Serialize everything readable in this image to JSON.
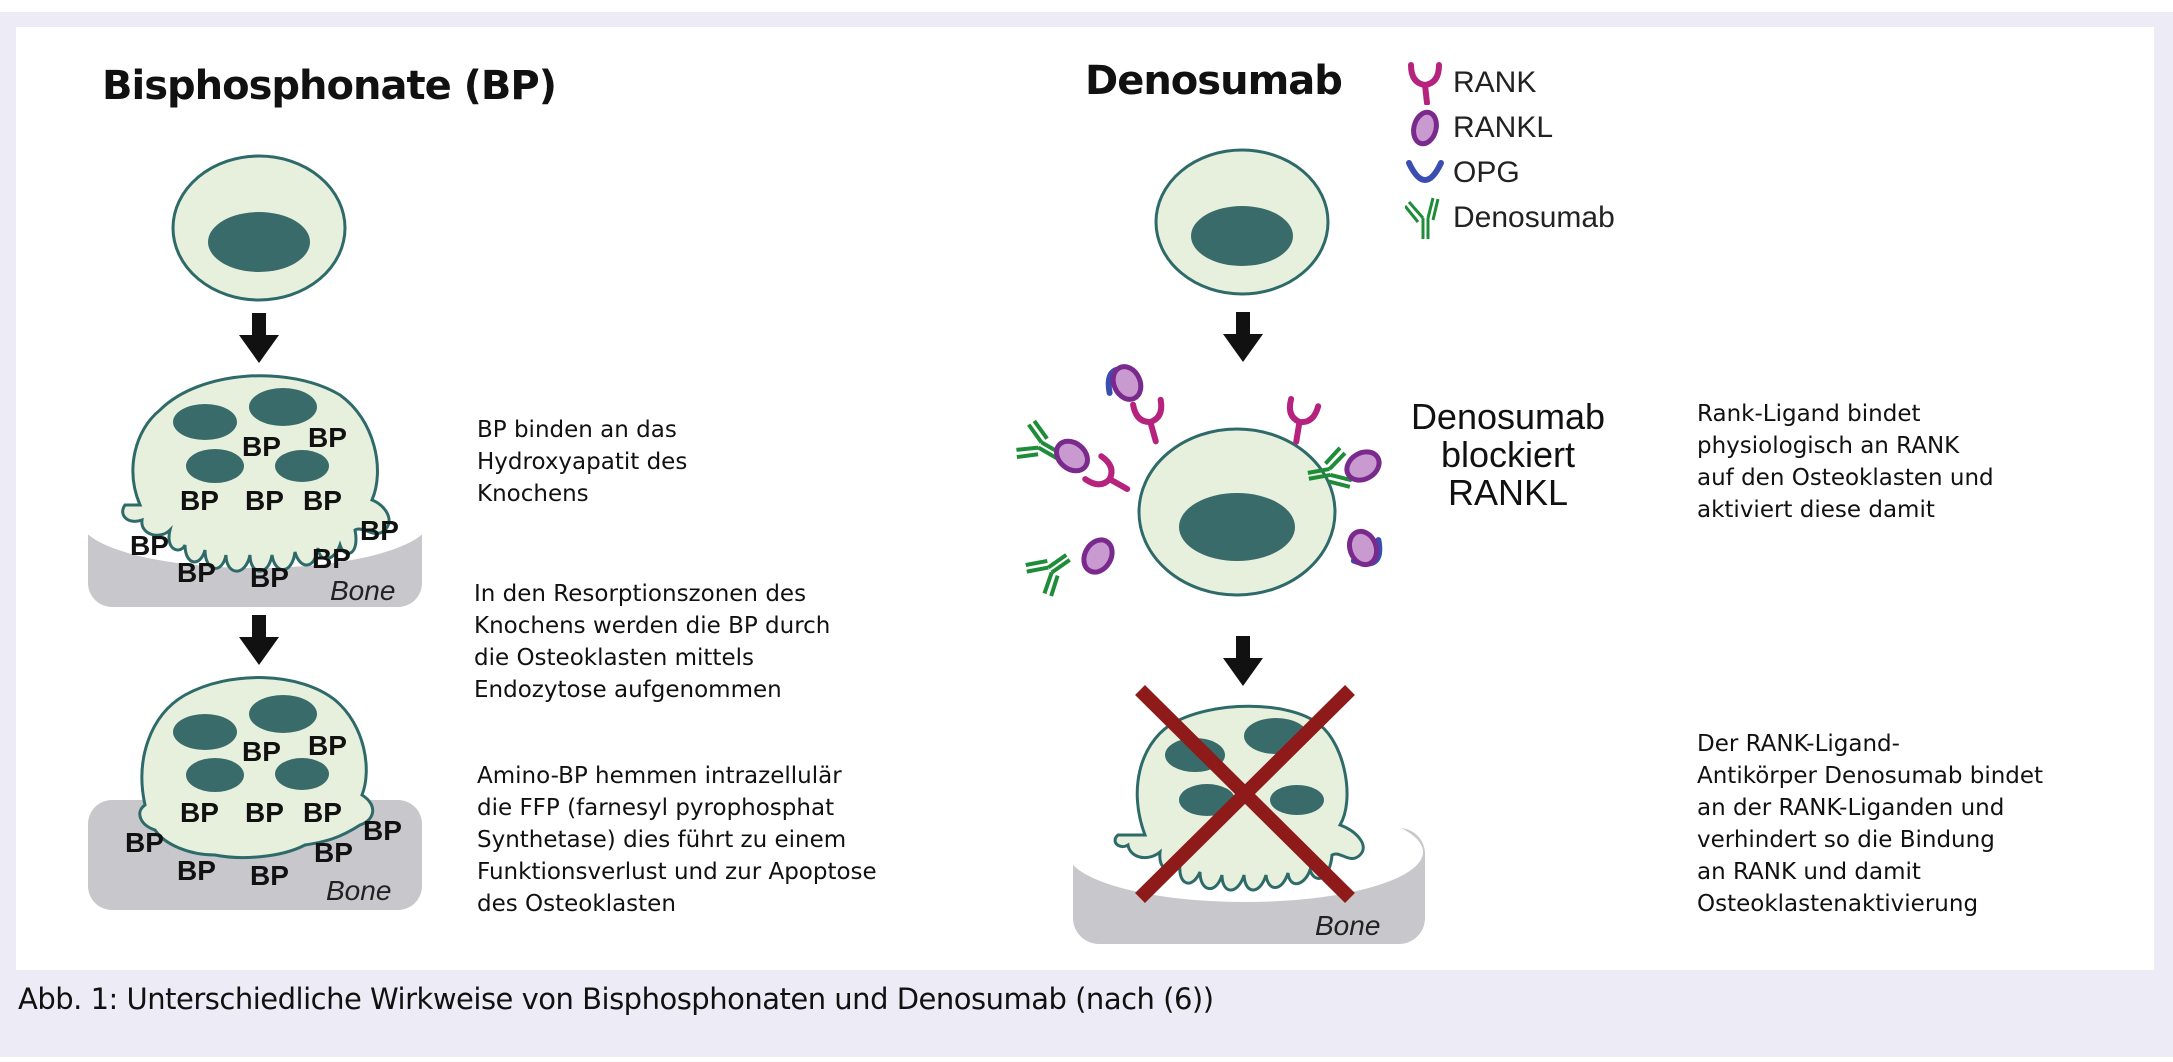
{
  "figure": {
    "left_title": "Bisphosphonate (BP)",
    "right_title": "Denosumab",
    "legend": [
      {
        "label": "RANK",
        "icon": "rank-receptor-icon",
        "color": "#b5237e"
      },
      {
        "label": "RANKL",
        "icon": "rankl-ligand-icon",
        "color": "#7a2a8c"
      },
      {
        "label": "OPG",
        "icon": "opg-icon",
        "color": "#3a4db0"
      },
      {
        "label": "Denosumab",
        "icon": "antibody-icon",
        "color": "#1f8c3a"
      }
    ],
    "bp_marker": "BP",
    "bone_label": "Bone",
    "blocks_label": "Denosumab\nblockiert\nRANKL",
    "left_descriptions": [
      "BP binden an das\nHydroxyapatit des\nKnochens",
      "In den Resorptionszonen des\nKnochens werden die BP durch\ndie Osteoklasten mittels\nEndozytose aufgenommen",
      "Amino-BP hemmen intrazellulär\ndie FFP (farnesyl pyrophosphat\nSynthetase) dies führt zu einem\nFunktionsverlust und zur Apoptose\ndes Osteoklasten"
    ],
    "right_descriptions": [
      "Rank-Ligand bindet\nphysiologisch an RANK\nauf den Osteoklasten und\naktiviert diese damit",
      "Der RANK-Ligand-\nAntikörper Denosumab bindet\nan der RANK-Liganden und\nverhindert so die Bindung\nan RANK und damit\nOsteoklastenaktivierung"
    ],
    "colors": {
      "cell_fill": "#e6f0dc",
      "cell_stroke": "#2e6a6a",
      "nucleus": "#3a6b6b",
      "bone": "#c8c8cc",
      "cross": "#8e1a1a",
      "frame": "#edebf5"
    }
  },
  "caption": "Abb. 1: Unterschiedliche Wirkweise von Bisphosphonaten und Denosumab (nach (6))"
}
